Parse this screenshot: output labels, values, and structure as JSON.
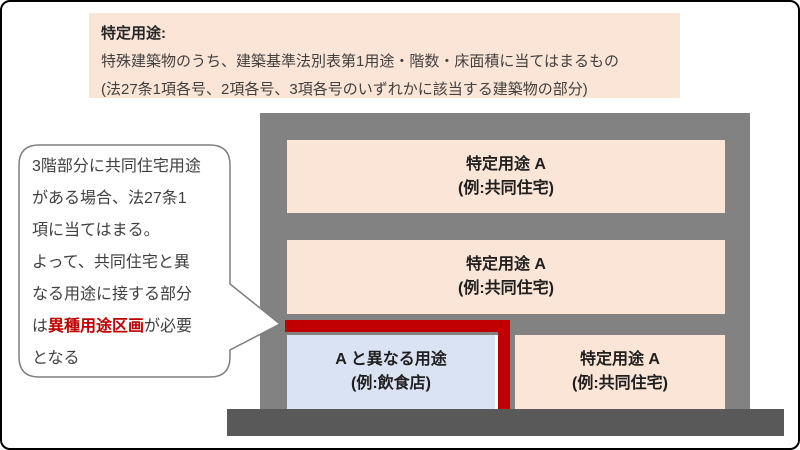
{
  "colors": {
    "peach": "#FBE5D6",
    "blue": "#DAE3F3",
    "wall_gray": "#828282",
    "ground_gray": "#595959",
    "red": "#C00000",
    "bubble_border": "#7F7F7F",
    "highlight_text": "#C00000"
  },
  "definition_box": {
    "title": "特定用途:",
    "body_line1": "特殊建築物のうち、建築基準法別表第1用途・階数・床面積に当てはまるもの",
    "body_line2": "(法27条1項各号、2項各号、3項各号のいずれかに該当する建築物の部分)"
  },
  "speech_bubble": {
    "line1": "3階部分に共同住宅用途",
    "line2": "がある場合、法27条1",
    "line3": "項に当てはまる。",
    "line4": "よって、共同住宅と異",
    "line5": "なる用途に接する部分",
    "line6_before": "は",
    "line6_highlight": "異種用途区画",
    "line6_after": "が必要",
    "line7": "となる"
  },
  "building": {
    "floor3": {
      "line1": "特定用途 A",
      "line2": "(例:共同住宅)"
    },
    "floor2": {
      "line1": "特定用途 A",
      "line2": "(例:共同住宅)"
    },
    "floor1_left": {
      "line1": "A と異なる用途",
      "line2": "(例:飲食店)"
    },
    "floor1_right": {
      "line1": "特定用途 A",
      "line2": "(例:共同住宅)"
    }
  }
}
